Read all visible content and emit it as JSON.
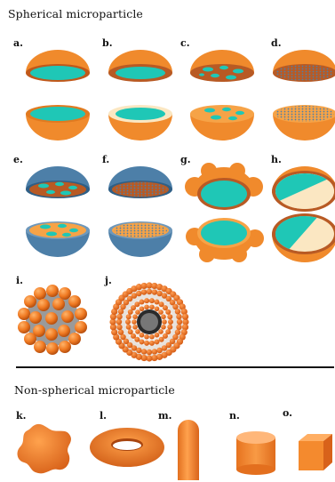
{
  "sections": {
    "spherical_title": "Spherical microparticle",
    "nonspherical_title": "Non-spherical microparticle"
  },
  "labels": {
    "a": "a.",
    "b": "b.",
    "c": "c.",
    "d": "d.",
    "e": "e.",
    "f": "f.",
    "g": "g.",
    "h": "h.",
    "i": "i.",
    "j": "j.",
    "k": "k.",
    "l": "l.",
    "m": "m.",
    "n": "n.",
    "o": "o."
  },
  "colors": {
    "orange": "#f08a2c",
    "light_orange": "#f6a347",
    "dark_orange": "#c0581a",
    "rust": "#b85a24",
    "teal": "#1fc7b6",
    "blue_shell": "#4d7fa8",
    "cream": "#fbe7c2"
  }
}
